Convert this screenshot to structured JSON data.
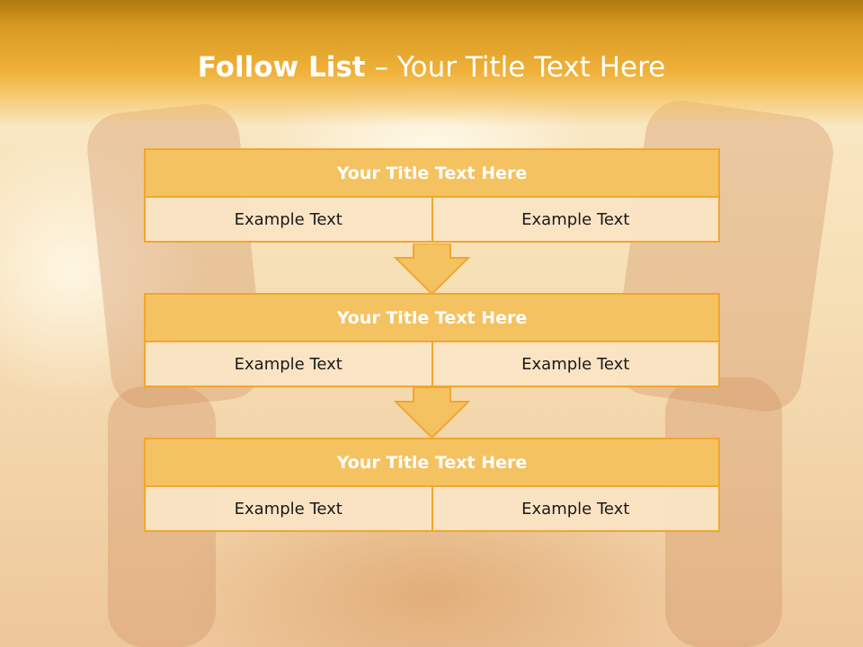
{
  "header": {
    "title_bold": "Follow List",
    "title_rest": " – Your Title Text Here"
  },
  "blocks": [
    {
      "title": "Your Title Text Here",
      "cells": [
        "Example Text",
        "Example Text"
      ]
    },
    {
      "title": "Your Title Text Here",
      "cells": [
        "Example Text",
        "Example Text"
      ]
    },
    {
      "title": "Your Title Text Here",
      "cells": [
        "Example Text",
        "Example Text"
      ]
    }
  ],
  "colors": {
    "header_gold": "#d99a22",
    "block_fill": "#f5c262",
    "block_border": "#f0a72e",
    "cell_fill": "#fae4c4"
  }
}
